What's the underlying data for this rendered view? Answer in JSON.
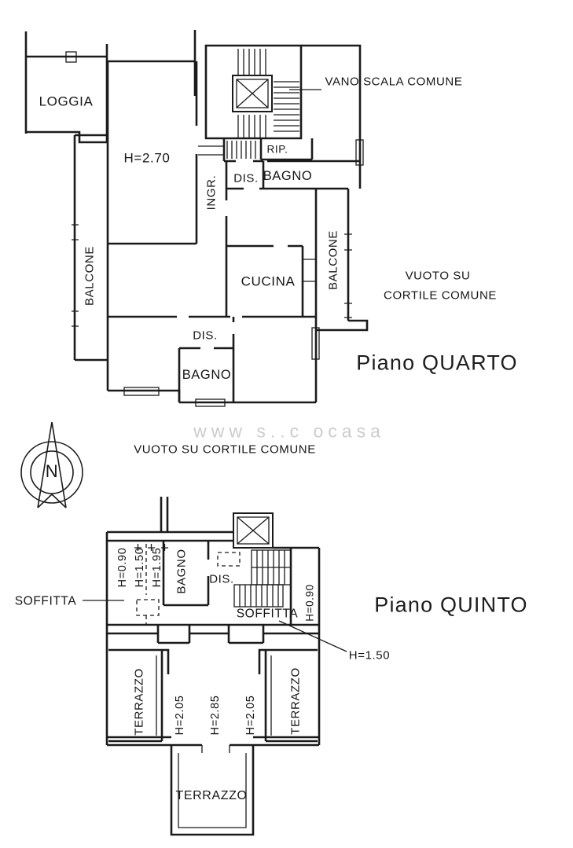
{
  "floor_quarto": {
    "title": "Piano QUARTO",
    "rooms": {
      "loggia": "LOGGIA",
      "ingresso": "INGR.",
      "ripostiglio": "RIP.",
      "disimpegno_top": "DIS.",
      "bagno_top": "BAGNO",
      "cucina": "CUCINA",
      "balcone_left": "BALCONE",
      "balcone_right": "BALCONE",
      "disimpegno_bottom": "DIS.",
      "bagno_bottom": "BAGNO"
    },
    "annotations": {
      "vano_scala": "VANO SCALA COMUNE",
      "height_main": "H=2.70",
      "vuoto_line1": "VUOTO SU",
      "vuoto_line2": "CORTILE COMUNE"
    }
  },
  "middle": {
    "vuoto_cortile": "VUOTO SU CORTILE COMUNE",
    "compass_north": "N",
    "watermark": "www s..c ocasa"
  },
  "floor_quinto": {
    "title": "Piano QUINTO",
    "rooms": {
      "bagno": "BAGNO",
      "disimpegno": "DIS.",
      "soffitta_left": "SOFFITTA",
      "soffitta_center": "SOFFITTA",
      "terrazzo_left": "TERRAZZO",
      "terrazzo_right": "TERRAZZO",
      "terrazzo_bottom": "TERRAZZO"
    },
    "heights": {
      "left_090": "H=0.90",
      "left_150": "H=1.50",
      "left_195": "H=1.95",
      "right_090": "H=0.90",
      "annot_150": "H=1.50",
      "room_205_a": "H=2.05",
      "room_285": "H=2.85",
      "room_205_b": "H=2.05"
    }
  }
}
